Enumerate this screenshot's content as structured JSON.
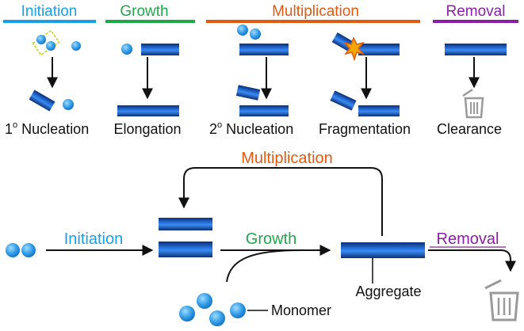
{
  "headers": {
    "initiation": "Initiation",
    "growth": "Growth",
    "multiplication": "Multiplication",
    "removal": "Removal"
  },
  "steps": {
    "primary_nucleation": "1",
    "primary_nucleation_rest": "Nucleation",
    "elongation": "Elongation",
    "secondary_nucleation": "2",
    "secondary_nucleation_rest": "Nucleation",
    "fragmentation": "Fragmentation",
    "clearance": "Clearance"
  },
  "cycle": {
    "multiplication": "Multiplication",
    "initiation": "Initiation",
    "growth": "Growth",
    "removal": "Removal",
    "aggregate": "Aggregate",
    "monomer": "Monomer"
  },
  "colors": {
    "initiation": "#1a9ee6",
    "growth": "#1fa84a",
    "multiplication": "#e05a10",
    "removal": "#8a1fa6",
    "fibril": "#1f5fc8",
    "monomer": "#3aa6e8",
    "trash": "#9a9a9a"
  }
}
